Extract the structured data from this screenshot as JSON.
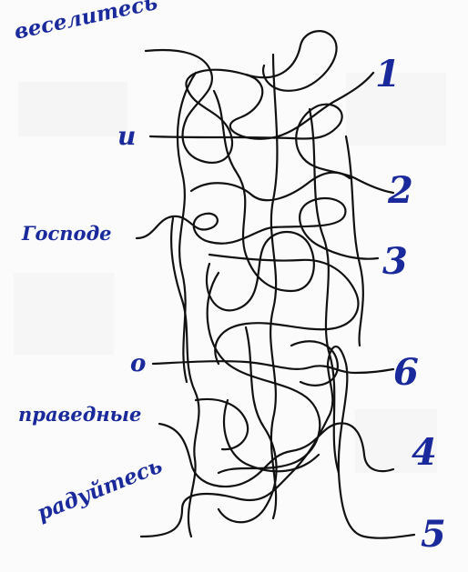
{
  "puzzle": {
    "words": [
      "веселитесь",
      "и",
      "Господе",
      "о",
      "праведные",
      "радуйтесь"
    ],
    "numbers": [
      "1",
      "2",
      "3",
      "6",
      "4",
      "5"
    ]
  },
  "colors": {
    "text": "#1a2a9c",
    "line": "#111111"
  }
}
